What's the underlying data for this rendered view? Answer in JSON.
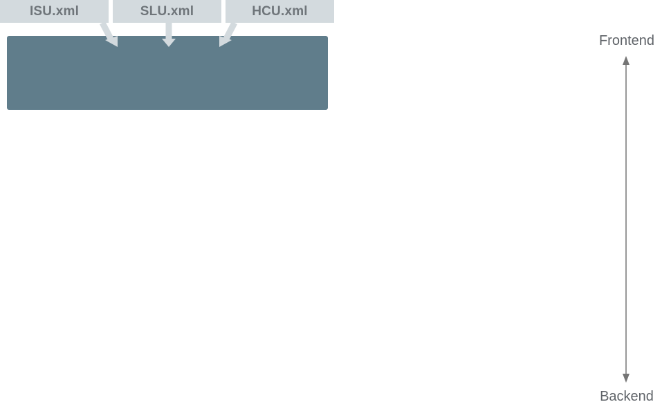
{
  "files": [
    {
      "label": "ISU.xml"
    },
    {
      "label": "SLU.xml"
    },
    {
      "label": "HCU.xml"
    }
  ],
  "axis": {
    "top_label": "Frontend",
    "bottom_label": "Backend"
  },
  "colors": {
    "file_box": "#d3dade",
    "file_text": "#6f757a",
    "main_box": "#607d8b",
    "axis": "#5f6368"
  }
}
